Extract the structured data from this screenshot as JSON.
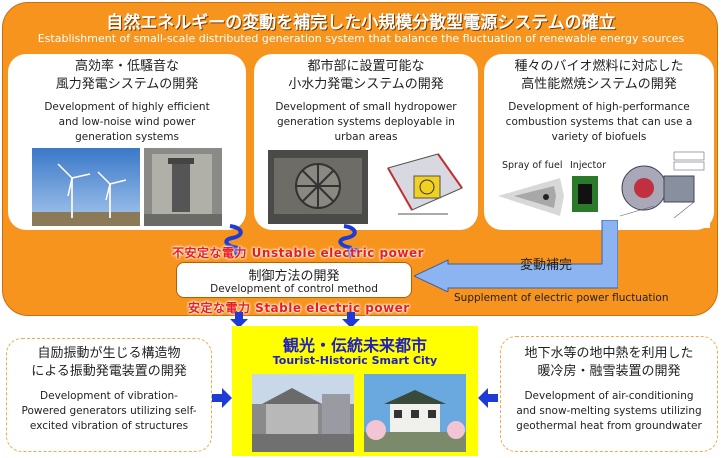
{
  "header": {
    "title_jp": "自然エネルギーの変動を補完した小規模分散型電源システムの確立",
    "title_en": "Establishment of small-scale distributed generation system that balance the fluctuation of renewable  energy sources"
  },
  "cards": {
    "wind": {
      "jp_line1": "高効率・低騒音な",
      "jp_line2": "風力発電システムの開発",
      "en_line1": "Development  of highly efficient",
      "en_line2": "and low-noise wind power",
      "en_line3": "generation systems"
    },
    "hydro": {
      "jp_line1": "都市部に設置可能な",
      "jp_line2": "小水力発電システムの開発",
      "en_line1": "Development  of small hydropower",
      "en_line2": "generation  systems deployable in",
      "en_line3": "urban areas"
    },
    "biofuel": {
      "jp_line1": "種々のバイオ燃料に対応した",
      "jp_line2": "高性能燃焼システムの開発",
      "en_line1": "Development  of high-performance",
      "en_line2": "combustion systems that can use a",
      "en_line3": "variety  of biofuels",
      "label_spray": "Spray of fuel",
      "label_injector": "Injector"
    }
  },
  "labels": {
    "unstable": "不安定な電力  Unstable electric power",
    "stable": "安定な電力  Stable electric power",
    "compensation_jp": "変動補完",
    "compensation_en": "Supplement of electric power fluctuation"
  },
  "control": {
    "jp": "制御方法の開発",
    "en": "Development   of control method"
  },
  "smart_city": {
    "jp": "観光・伝統未来都市",
    "en": "Tourist-Historic   Smart City"
  },
  "bottom_cards": {
    "vibration": {
      "jp_line1": "自励振動が生じる構造物",
      "jp_line2": "による振動発電装置の開発",
      "en_line1": "Development  of vibration-",
      "en_line2": "Powered generators utilizing self-",
      "en_line3": "excited vibration  of structures"
    },
    "geothermal": {
      "jp_line1": "地下水等の地中熱を利用した",
      "jp_line2": "暖冷房・融雪装置の開発",
      "en_line1": "Development  of air-conditioning",
      "en_line2": "and snow-melting systems utilizing",
      "en_line3": "geothermal heat from groundwater"
    }
  },
  "colors": {
    "orange": "#f7941d",
    "blue_arrow": "#1f3bd6",
    "light_blue_arrow": "#8cb4f0",
    "red_text": "#e81e1e",
    "yellow": "#ffff00",
    "smart_city_blue": "#2020c0"
  }
}
